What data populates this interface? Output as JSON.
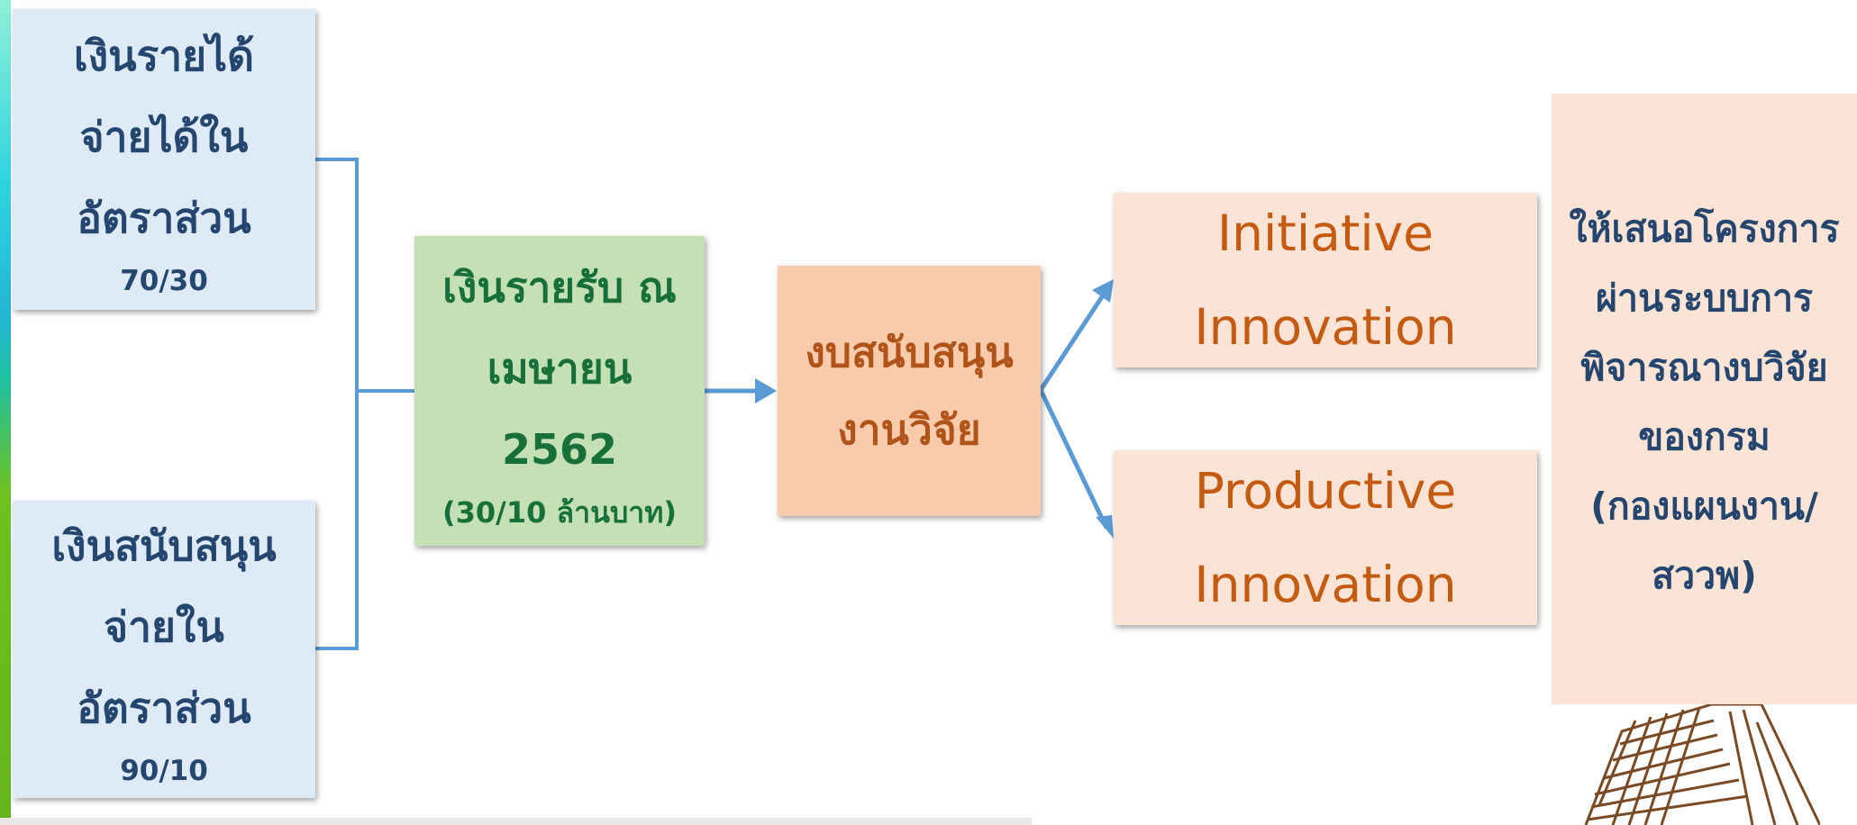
{
  "source_left": {
    "line1": "เงินรายได้",
    "line2": "จ่ายได้ใน",
    "line3": "อัตราส่วน",
    "ratio": "70/30"
  },
  "source_bottom": {
    "line1": "เงินสนับสนุน",
    "line2": "จ่ายใน",
    "line3": "อัตราส่วน",
    "ratio": "90/10"
  },
  "income": {
    "line1": "เงินรายรับ ณ",
    "line2": "เมษายน",
    "line3": "2562",
    "amount": "(30/10 ล้านบาท)"
  },
  "research_budget": {
    "line1": "งบสนับสนุน",
    "line2": "งานวิจัย"
  },
  "initiative": {
    "line1": "Initiative",
    "line2": "Innovation"
  },
  "productive": {
    "line1": "Productive",
    "line2": "Innovation"
  },
  "submission": {
    "line1": "ให้เสนอโครงการ",
    "line2": "ผ่านระบบการ",
    "line3": "พิจารณางบวิจัย",
    "line4": "ของกรม",
    "line5": "(กองแผนงาน/",
    "line6": "สววพ)"
  },
  "colors": {
    "connector": "#5b9bd5",
    "blue_box": "#deeaf6",
    "green_box": "#c5e0b4",
    "salmon_box": "#f8cbad",
    "peach_box": "#fbe4d6"
  }
}
